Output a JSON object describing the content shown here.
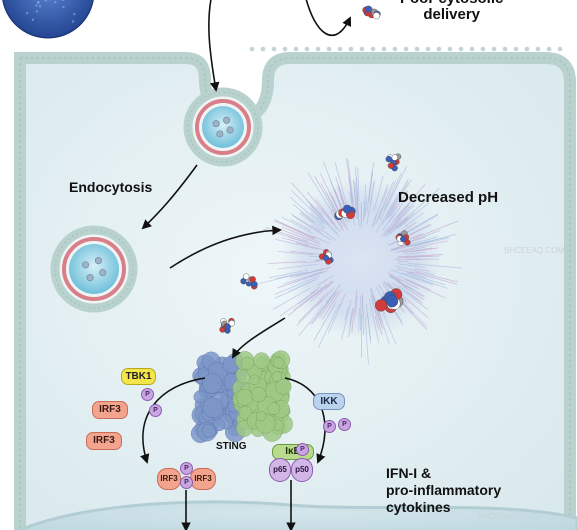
{
  "labels": {
    "poor_delivery": "Poor cytosolic\ndelivery",
    "endocytosis": "Endocytosis",
    "decreased_ph": "Decreased pH",
    "tbk1": "TBK1",
    "irf3_a": "IRF3",
    "irf3_b": "IRF3",
    "irf3_dimer_left": "IRF3",
    "irf3_dimer_right": "IRF3",
    "sting": "STING",
    "ikk": "IKK",
    "ikb": "IκB",
    "p65": "p65",
    "p50": "p50",
    "phospho": "P",
    "outcome": "IFN-I &\npro-inflammatory\ncytokines"
  },
  "watermark": "SHCEEAQ.COM",
  "colors": {
    "cell_fill": "#e3eef2",
    "membrane": "#b9d2ce",
    "endosome_ring": "#d97f8a",
    "endosome_core": "#7fc8df",
    "tbk1": "#f4e64a",
    "irf3": "#f2a48f",
    "ikk": "#bcd3ee",
    "phospho": "#c9a6df",
    "sting_blue": "#7d97c9",
    "sting_green": "#9fc985"
  }
}
